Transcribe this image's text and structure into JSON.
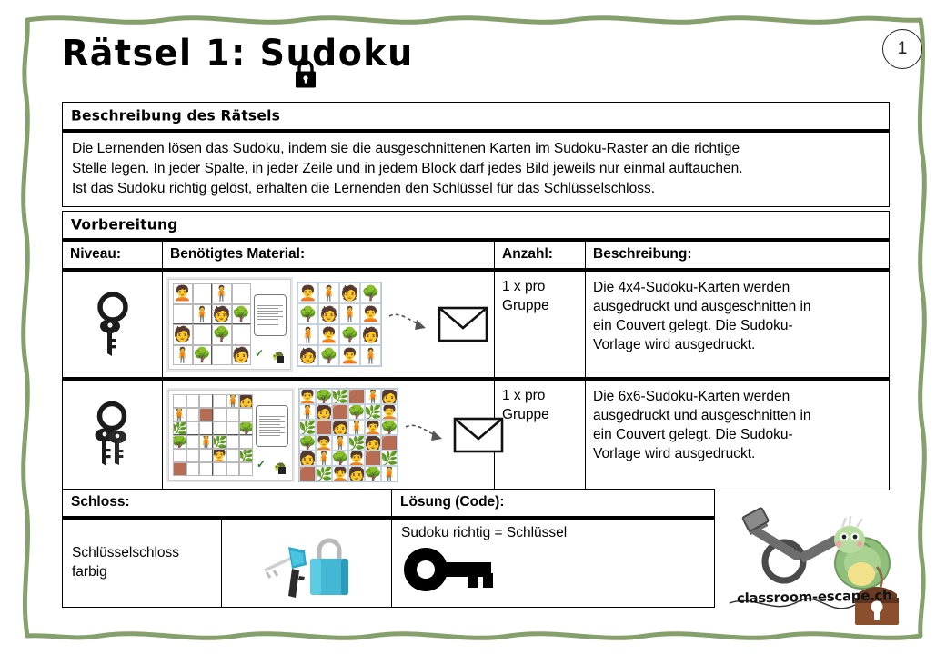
{
  "page": {
    "number": "1",
    "border_color": "#86a06d",
    "title": "Rätsel 1: Sudoku",
    "title_icon": "padlock-icon"
  },
  "description_section": {
    "heading": "Beschreibung des Rätsels",
    "lines": [
      "Die Lernenden lösen das Sudoku, indem sie die ausgeschnittenen Karten im Sudoku-Raster an die richtige",
      "Stelle legen. In jeder Spalte, in jeder Zeile und in jedem Block darf jedes Bild jeweils nur einmal auftauchen.",
      "Ist das Sudoku richtig gelöst, erhalten die Lernenden den Schlüssel für das Schlüsselschloss."
    ]
  },
  "preparation_section": {
    "heading": "Vorbereitung",
    "columns": [
      {
        "key": "niveau",
        "label": "Niveau:"
      },
      {
        "key": "material",
        "label": "Benötigtes Material:"
      },
      {
        "key": "anzahl",
        "label": "Anzahl:"
      },
      {
        "key": "desc",
        "label": "Beschreibung:"
      }
    ],
    "rows": [
      {
        "level_icon": "single-key-icon",
        "level_keys": 1,
        "material_icons": [
          "sudoku-4x4-worksheet",
          "sudoku-4x4-card-set",
          "arrow-icon",
          "envelope-icon"
        ],
        "grid_size": 4,
        "anzahl_lines": [
          "1 x pro",
          "Gruppe"
        ],
        "desc_lines": [
          "Die 4x4-Sudoku-Karten werden",
          "ausgedruckt und ausgeschnitten in",
          "ein Couvert gelegt. Die Sudoku-",
          "Vorlage wird ausgedruckt."
        ]
      },
      {
        "level_icon": "double-key-icon",
        "level_keys": 2,
        "material_icons": [
          "sudoku-6x6-worksheet",
          "sudoku-6x6-card-set",
          "arrow-icon",
          "envelope-icon"
        ],
        "grid_size": 6,
        "anzahl_lines": [
          "1 x pro",
          "Gruppe"
        ],
        "desc_lines": [
          "Die 6x6-Sudoku-Karten werden",
          "ausgedruckt und ausgeschnitten in",
          "ein Couvert gelegt. Die Sudoku-",
          "Vorlage wird ausgedruckt."
        ]
      }
    ]
  },
  "lock_section": {
    "columns": [
      {
        "key": "schloss",
        "label": "Schloss:"
      },
      {
        "key": "loesung",
        "label": "Lösung (Code):"
      }
    ],
    "lock_name_lines": [
      "Schlüsselschloss",
      "farbig"
    ],
    "lock_icon": "padlock-with-keys-icon",
    "lock_color": "#43b7d4",
    "solution_text": "Sudoku richtig = Schlüssel",
    "solution_icon": "key-icon"
  },
  "footer": {
    "logo_text": "classroom-escape.ch",
    "icons": [
      "key-icon",
      "turtle-icon",
      "treasure-chest-icon"
    ]
  }
}
